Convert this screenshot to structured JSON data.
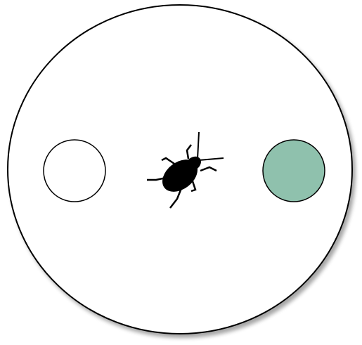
{
  "diagram": {
    "arena": {
      "shape": "circle",
      "fill": "#ffffff",
      "stroke": "#000000",
      "shadow": "#b3b3b3"
    },
    "left_spot": {
      "shape": "circle",
      "fill": "#ffffff",
      "stroke": "#000000"
    },
    "right_spot": {
      "shape": "circle",
      "fill": "#8fc1ad",
      "stroke": "#000000"
    },
    "insect": {
      "icon": "beetle-icon",
      "fill": "#000000"
    }
  }
}
